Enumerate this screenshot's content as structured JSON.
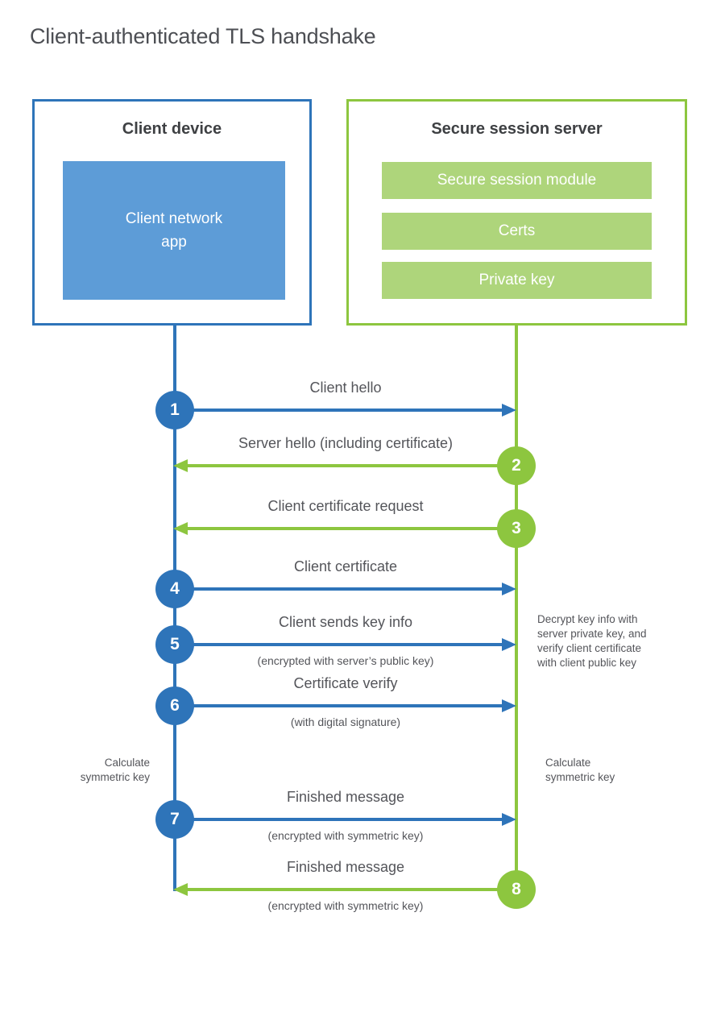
{
  "title": "Client-authenticated TLS handshake",
  "colors": {
    "blue": "#2e74b9",
    "blue_light": "#5d9cd7",
    "green": "#8dc63f",
    "green_light": "#aed57b",
    "label_text": "#54555a"
  },
  "client_box": {
    "title": "Client device",
    "module_lines": [
      "Client network",
      "app"
    ]
  },
  "server_box": {
    "title": "Secure session server",
    "modules": [
      "Secure session module",
      "Certs",
      "Private key"
    ]
  },
  "steps": [
    {
      "num": "1",
      "from": "client",
      "label": "Client hello",
      "sublabel": ""
    },
    {
      "num": "2",
      "from": "server",
      "label": "Server hello (including certificate)",
      "sublabel": ""
    },
    {
      "num": "3",
      "from": "server",
      "label": "Client certificate request",
      "sublabel": ""
    },
    {
      "num": "4",
      "from": "client",
      "label": "Client certificate",
      "sublabel": ""
    },
    {
      "num": "5",
      "from": "client",
      "label": "Client sends key info",
      "sublabel": "(encrypted with server’s public key)"
    },
    {
      "num": "6",
      "from": "client",
      "label": "Certificate verify",
      "sublabel": "(with digital signature)"
    },
    {
      "num": "7",
      "from": "client",
      "label": "Finished message",
      "sublabel": "(encrypted with symmetric key)"
    },
    {
      "num": "8",
      "from": "server",
      "label": "Finished message",
      "sublabel": "(encrypted with symmetric key)"
    }
  ],
  "annotations": {
    "decrypt_note_lines": [
      "Decrypt key info with",
      "server private key, and",
      "verify client certificate",
      "with client public key"
    ],
    "calc_left_lines": [
      "Calculate",
      "symmetric key"
    ],
    "calc_right_lines": [
      "Calculate",
      "symmetric key"
    ]
  }
}
